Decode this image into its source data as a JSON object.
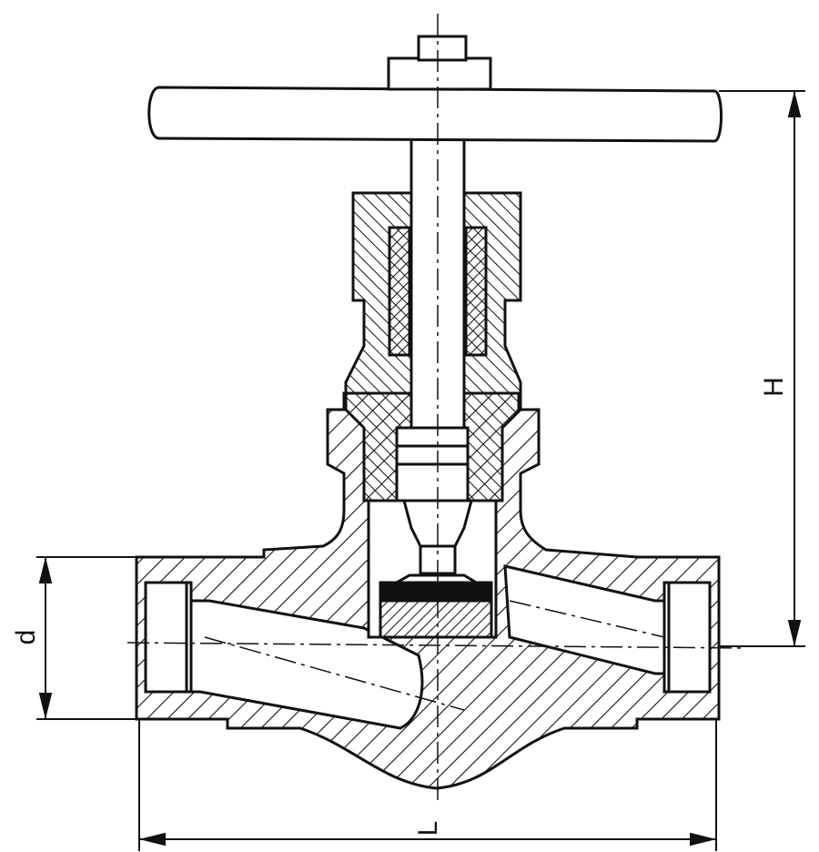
{
  "diagram": {
    "dimensions": {
      "height_label": "H",
      "diameter_label": "d",
      "length_label": "L"
    },
    "colors": {
      "line": "#111111",
      "background": "#ffffff"
    }
  }
}
